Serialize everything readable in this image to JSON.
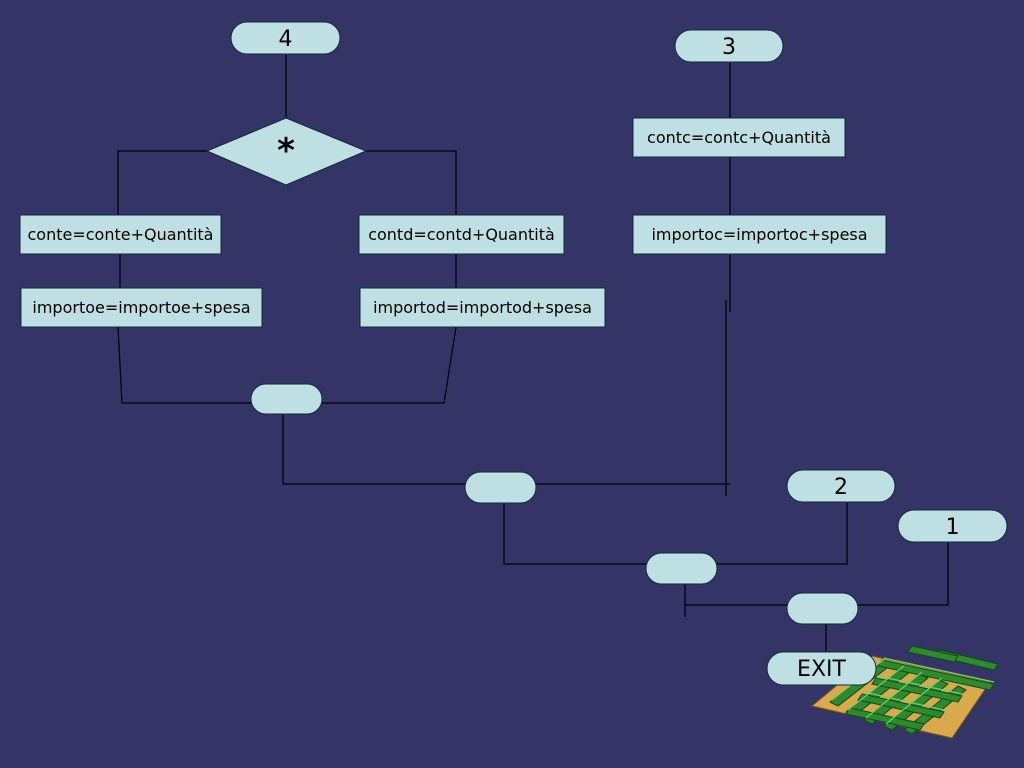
{
  "flowchart": {
    "connectors": {
      "c4": "4",
      "c3": "3",
      "c2": "2",
      "c1": "1",
      "exit": "EXIT"
    },
    "decision": {
      "symbol": "*"
    },
    "steps": {
      "conte": "conte=conte+Quantità",
      "importoe": "importoe=importoe+spesa",
      "contd": "contd=contd+Quantità",
      "importod": "importod=importod+spesa",
      "contc": "contc=contc+Quantità",
      "importoc": "importoc=importoc+spesa"
    }
  },
  "colors": {
    "background": "#343466",
    "shape_fill": "#bfe0e3",
    "connector_line": "#000000"
  },
  "icons": {
    "maze": "maze-icon"
  }
}
